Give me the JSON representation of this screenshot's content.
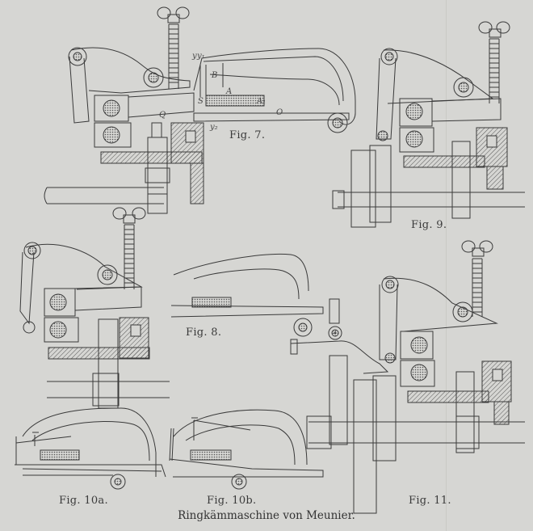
{
  "figures": {
    "fig7": {
      "label": "Fig. 7."
    },
    "fig8": {
      "label": "Fig. 8."
    },
    "fig9": {
      "label": "Fig. 9."
    },
    "fig10a": {
      "label": "Fig. 10a."
    },
    "fig10b": {
      "label": "Fig. 10b."
    },
    "fig11": {
      "label": "Fig. 11."
    }
  },
  "caption": "Ringkämmaschine von Meunier.",
  "part_labels": {
    "y": "y",
    "y1": "y₁",
    "y2": "y₂",
    "A": "A",
    "A1": "A₁",
    "B": "B",
    "O": "O",
    "Q": "Q",
    "S": "S"
  },
  "colors": {
    "paper": "#d6d6d3",
    "ink": "#3a3a3a",
    "ghost_text": "#c4c4c0"
  }
}
